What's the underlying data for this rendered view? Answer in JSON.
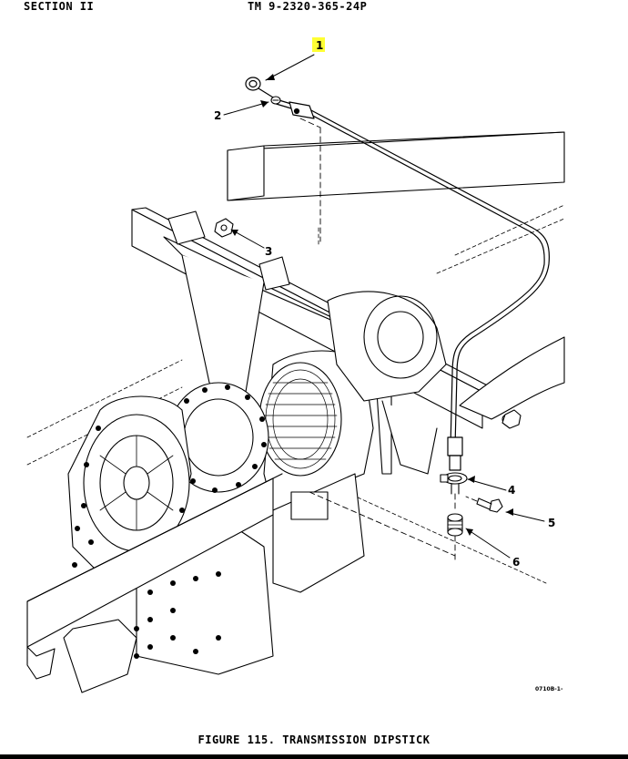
{
  "header": {
    "section": "SECTION II",
    "manual": "TM 9-2320-365-24P"
  },
  "callouts": [
    {
      "id": "1",
      "label": "1",
      "highlight": "#ffff33"
    },
    {
      "id": "2",
      "label": "2"
    },
    {
      "id": "3",
      "label": "3"
    },
    {
      "id": "4",
      "label": "4"
    },
    {
      "id": "5",
      "label": "5"
    },
    {
      "id": "6",
      "label": "6"
    }
  ],
  "drawing_code": "0710B-1-",
  "caption": "FIGURE 115.  TRANSMISSION DIPSTICK"
}
